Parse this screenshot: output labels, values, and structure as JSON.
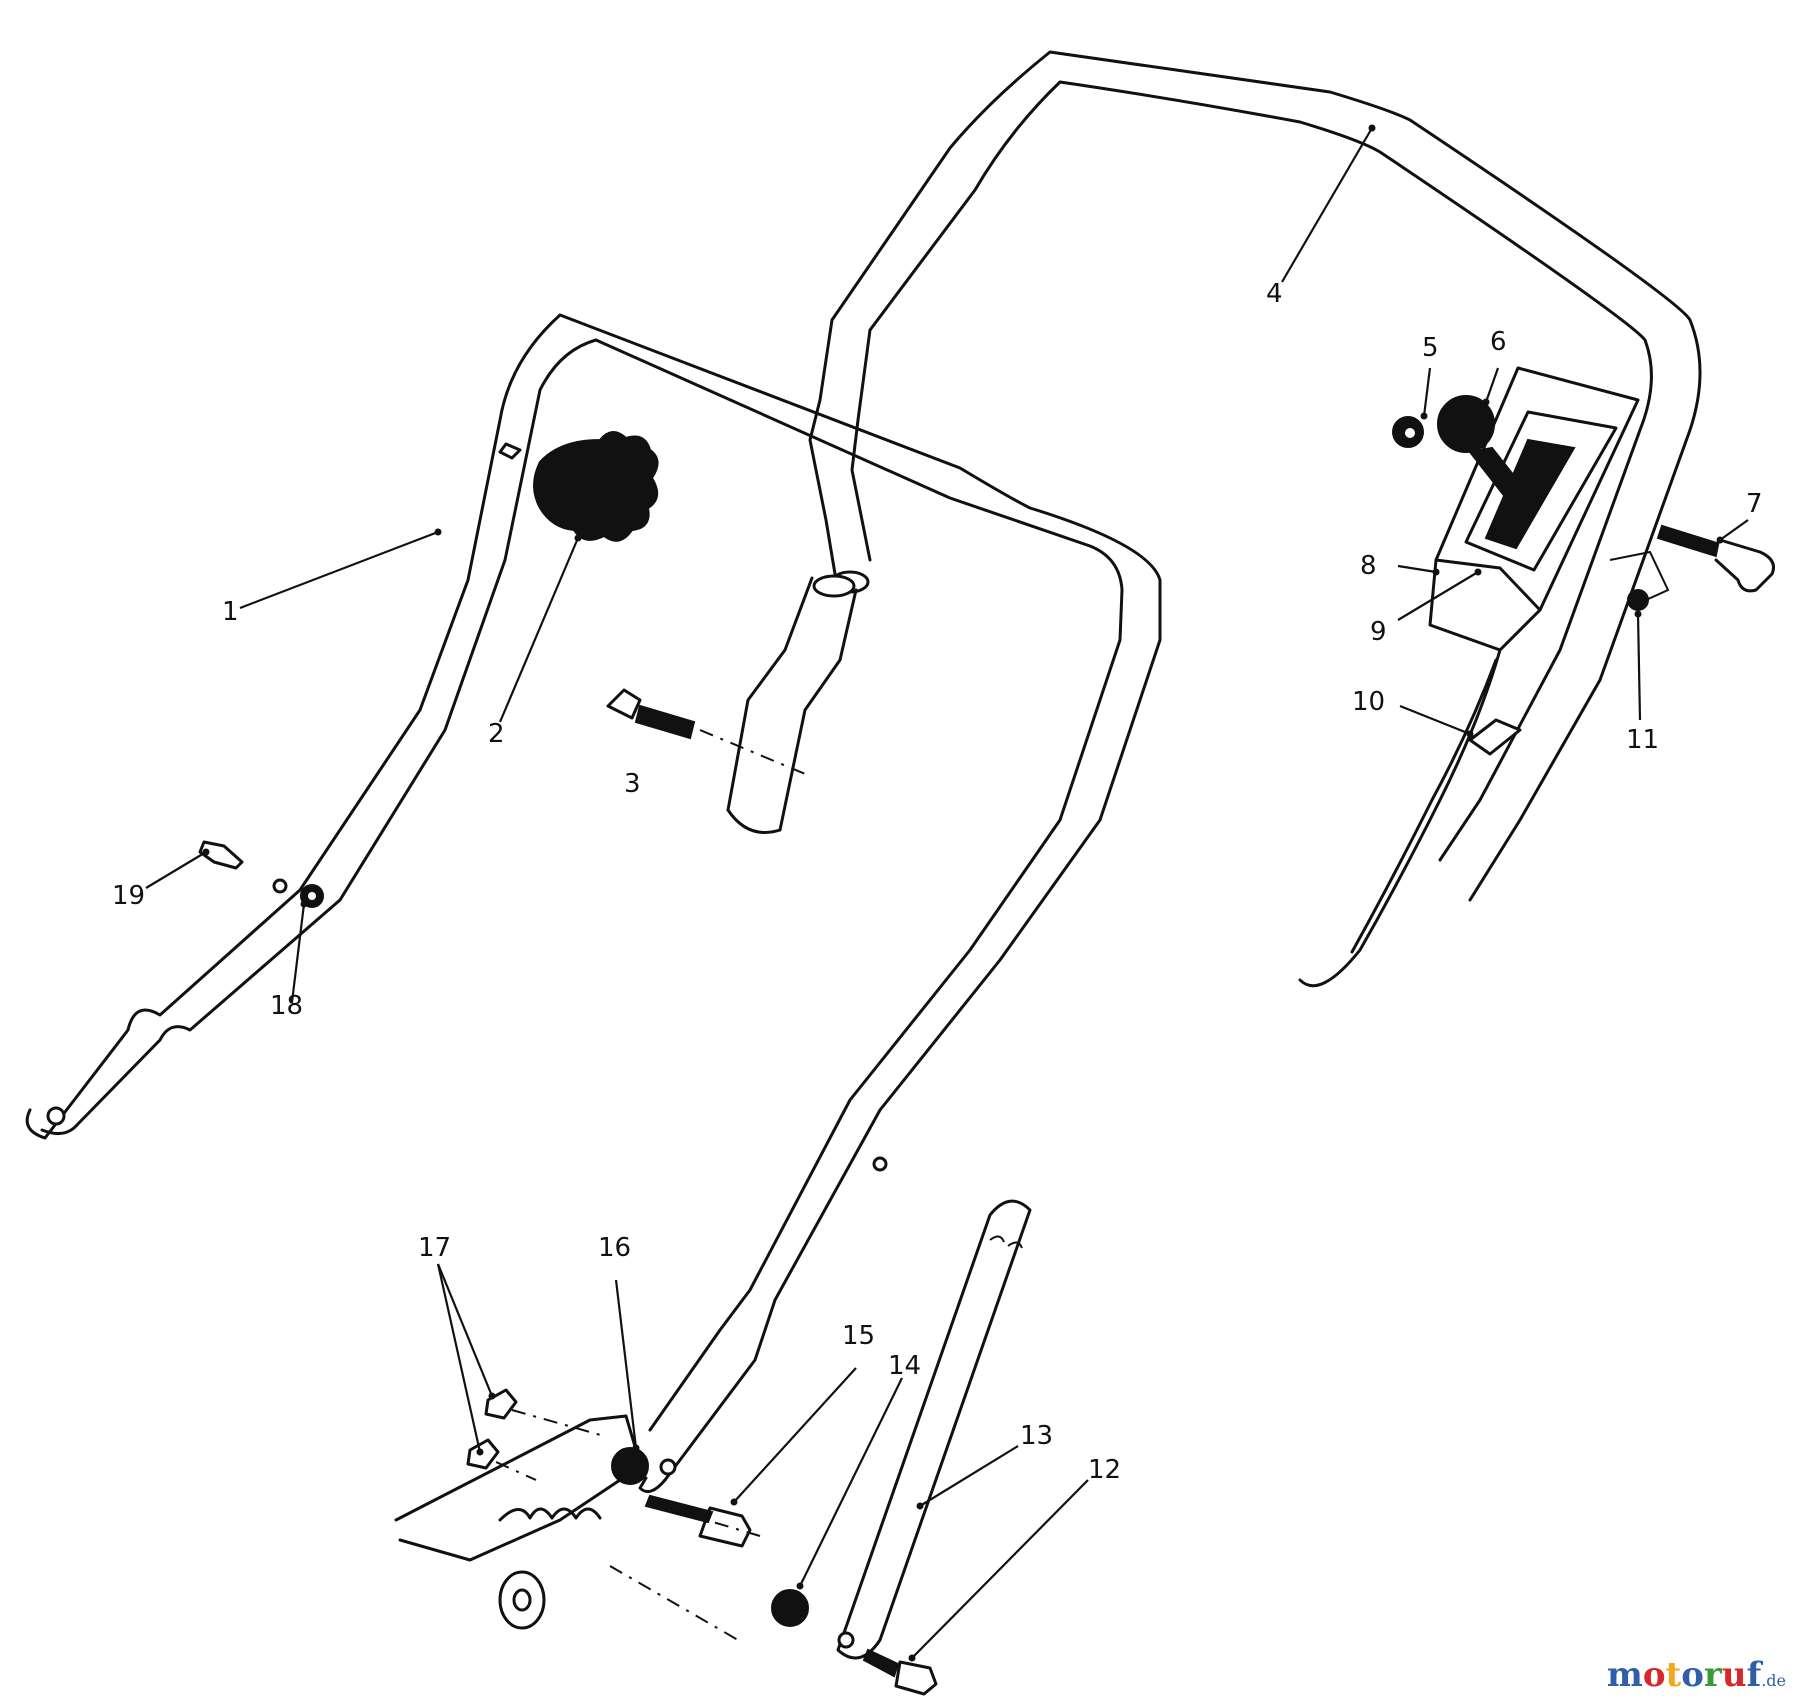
{
  "callouts": {
    "c1": "1",
    "c2": "2",
    "c3": "3",
    "c4": "4",
    "c5": "5",
    "c6": "6",
    "c7": "7",
    "c8": "8",
    "c9": "9",
    "c10": "10",
    "c11": "11",
    "c12": "12",
    "c13": "13",
    "c14": "14",
    "c15": "15",
    "c16": "16",
    "c17": "17",
    "c18": "18",
    "c19": "19"
  },
  "watermark": {
    "letters": [
      "m",
      "o",
      "t",
      "o",
      "r",
      "u",
      "f"
    ],
    "colors": [
      "#2f5fa8",
      "#d8262b",
      "#f0a81c",
      "#2f5fa8",
      "#3a9a3a",
      "#d8262b",
      "#2f5fa8"
    ],
    "suffix": ".de"
  }
}
